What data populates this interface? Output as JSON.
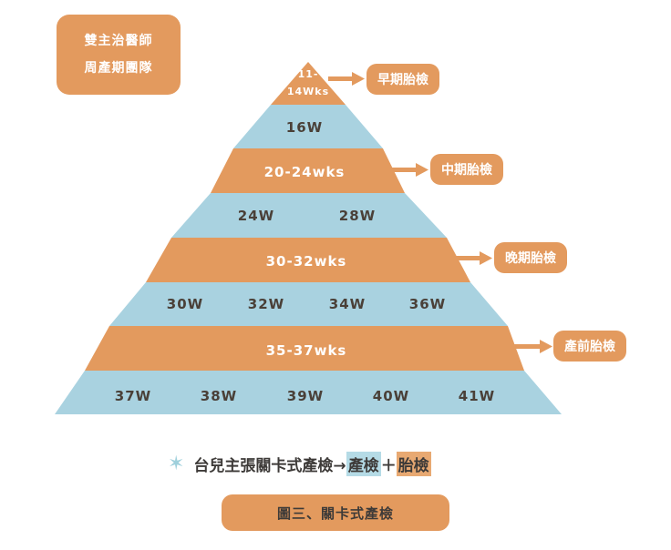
{
  "team_badge": {
    "line1": "雙主治醫師",
    "line2": "周產期團隊"
  },
  "colors": {
    "orange": "#e39a5e",
    "blue": "#a9d2e0",
    "text": "#4a4038",
    "white": "#ffffff"
  },
  "pyramid": {
    "top_label_line1": "11-",
    "top_label_line2": "14Wks",
    "band_16w": "16W",
    "band_20_24": "20-24wks",
    "band_24_28": [
      "24W",
      "28W"
    ],
    "band_30_32": "30-32wks",
    "band_30_36": [
      "30W",
      "32W",
      "34W",
      "36W"
    ],
    "band_35_37": "35-37wks",
    "band_37_41": [
      "37W",
      "38W",
      "39W",
      "40W",
      "41W"
    ]
  },
  "stages": {
    "early": "早期胎檢",
    "middle": "中期胎檢",
    "late": "晚期胎檢",
    "prenatal": "產前胎檢"
  },
  "legend": {
    "star_icon": "star-icon",
    "prefix": "台兒主張關卡式產檢→",
    "part1": "產檢",
    "plus": "＋",
    "part2": "胎檢"
  },
  "caption": "圖三、關卡式產檢"
}
